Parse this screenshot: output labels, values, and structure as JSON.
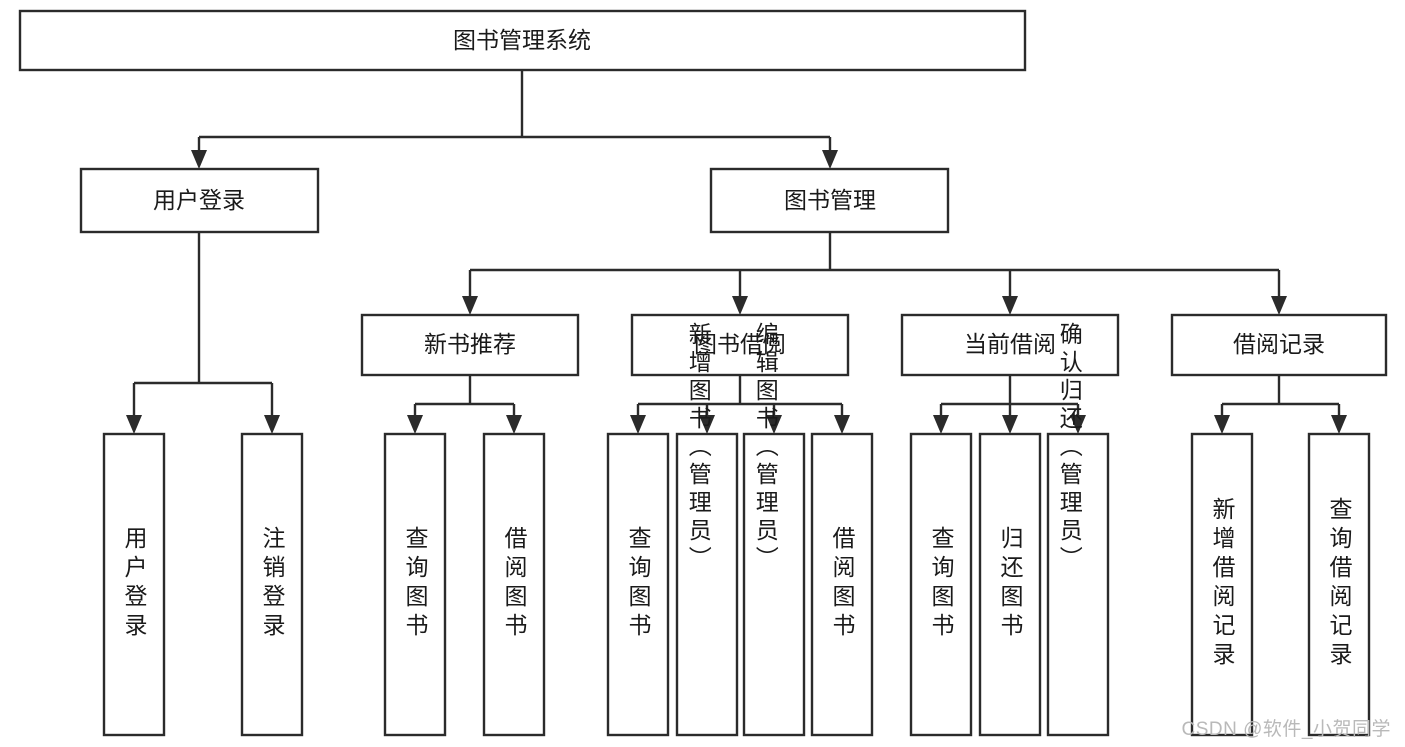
{
  "diagram": {
    "type": "tree-hierarchy",
    "title": "图书管理系统",
    "watermark": "CSDN @软件_小贺同学",
    "colors": {
      "box_fill": "#ffffff",
      "box_stroke": "#2b2b2b",
      "text": "#1a1a1a",
      "background": "#ffffff",
      "watermark": "#b9b9b9"
    },
    "levels": {
      "root": {
        "label": "图书管理系统",
        "orientation": "horizontal"
      },
      "level2": [
        {
          "label": "用户登录",
          "orientation": "horizontal"
        },
        {
          "label": "图书管理",
          "orientation": "horizontal"
        }
      ],
      "level3": [
        {
          "label": "新书推荐",
          "orientation": "horizontal",
          "parent": "图书管理"
        },
        {
          "label": "图书借阅",
          "orientation": "horizontal",
          "parent": "图书管理"
        },
        {
          "label": "当前借阅",
          "orientation": "horizontal",
          "parent": "图书管理"
        },
        {
          "label": "借阅记录",
          "orientation": "horizontal",
          "parent": "图书管理"
        }
      ],
      "leaves": [
        {
          "label": "用户登录",
          "orientation": "vertical",
          "parent": "用户登录"
        },
        {
          "label": "注销登录",
          "orientation": "vertical",
          "parent": "用户登录"
        },
        {
          "label": "查询图书",
          "orientation": "vertical",
          "parent": "新书推荐"
        },
        {
          "label": "借阅图书",
          "orientation": "vertical",
          "parent": "新书推荐"
        },
        {
          "label": "查询图书",
          "orientation": "vertical",
          "parent": "图书借阅"
        },
        {
          "label": "新增图书（管理员）",
          "orientation": "vertical",
          "parent": "图书借阅"
        },
        {
          "label": "编辑图书（管理员）",
          "orientation": "vertical",
          "parent": "图书借阅"
        },
        {
          "label": "借阅图书",
          "orientation": "vertical",
          "parent": "图书借阅"
        },
        {
          "label": "查询图书",
          "orientation": "vertical",
          "parent": "当前借阅"
        },
        {
          "label": "归还图书",
          "orientation": "vertical",
          "parent": "当前借阅"
        },
        {
          "label": "确认归还（管理员）",
          "orientation": "vertical",
          "parent": "当前借阅"
        },
        {
          "label": "新增借阅记录",
          "orientation": "vertical",
          "parent": "借阅记录"
        },
        {
          "label": "查询借阅记录",
          "orientation": "vertical",
          "parent": "借阅记录"
        }
      ]
    }
  }
}
